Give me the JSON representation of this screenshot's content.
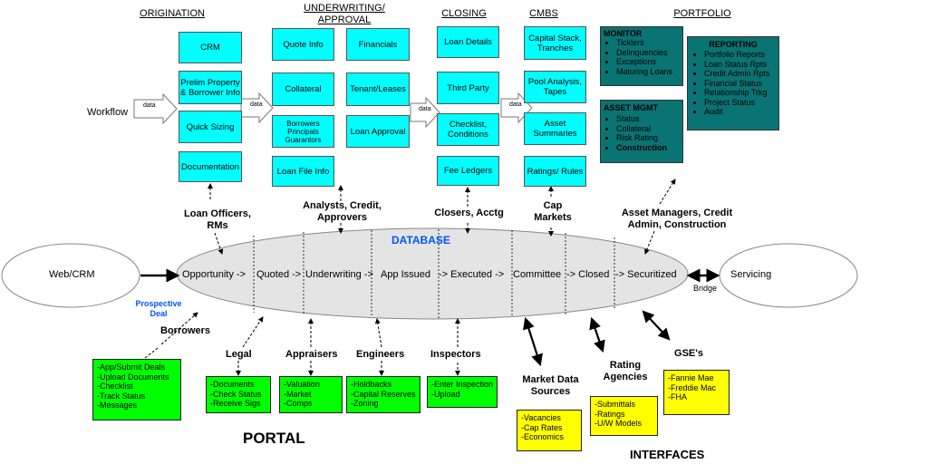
{
  "headers": {
    "origination": "ORIGINATION",
    "underwriting": "UNDERWRITING/\nAPPROVAL",
    "closing": "CLOSING",
    "cmbs": "CMBS",
    "portfolio": "PORTFOLIO"
  },
  "origination_boxes": [
    "CRM",
    "Prelim Property & Borrower Info",
    "Quick Sizing",
    "Documentation"
  ],
  "underwriting_boxes": {
    "left": [
      "Quote Info",
      "Collateral",
      "Borrowers Principals Guarantors",
      "Loan File Info"
    ],
    "right": [
      "Financials",
      "Tenant/Leases",
      "Loan Approval"
    ]
  },
  "closing_boxes": [
    "Loan Details",
    "Third Party",
    "Checklist, Conditions",
    "Fee Ledgers"
  ],
  "cmbs_boxes": [
    "Capital Stack, Tranches",
    "Pool Analysis, Tapes",
    "Asset Summaries",
    "Ratings/ Rules"
  ],
  "monitor": {
    "title": "MONITOR",
    "items": [
      "Ticklers",
      "Delinquencies",
      "Exceptions",
      "Maturing Loans"
    ]
  },
  "asset_mgmt": {
    "title": "ASSET MGMT",
    "items": [
      "Status",
      "Collateral",
      "Risk Rating",
      "Construction"
    ]
  },
  "reporting": {
    "title": "REPORTING",
    "items": [
      "Portfolio Reports",
      "Loan Status Rpts",
      "Credit Admin Rpts",
      "Financial Status",
      "Relationship Trkg",
      "Project Status",
      "Audit"
    ]
  },
  "workflow": {
    "label": "Workflow",
    "data_label": "data"
  },
  "roles_top": {
    "loan_officers": "Loan Officers,\nRMs",
    "analysts": "Analysts, Credit,\nApprovers",
    "closers": "Closers, Acctg",
    "cap_markets": "Cap\nMarkets",
    "asset_managers": "Asset Managers, Credit\nAdmin, Construction"
  },
  "database": {
    "title": "DATABASE",
    "stages": [
      "Opportunity ->",
      "Quoted ->",
      "Underwriting ->",
      "App Issued",
      "-> Executed ->",
      "Committee",
      "-> Closed",
      "-> Securitized"
    ]
  },
  "web_crm": "Web/CRM",
  "servicing": "Servicing",
  "bridge": "Bridge",
  "prospective_deal": "Prospective\nDeal",
  "portal": {
    "title": "PORTAL",
    "borrowers": {
      "label": "Borrowers",
      "items": [
        "-App/Submit Deals",
        "-Upload Documents",
        "-Checklist",
        "-Track Status",
        "-Messages"
      ]
    },
    "legal": {
      "label": "Legal",
      "items": [
        "-Documents",
        "-Check Status",
        "-Receive Sigs"
      ]
    },
    "appraisers": {
      "label": "Appraisers",
      "items": [
        "-Valuation",
        "-Market",
        "-Comps"
      ]
    },
    "engineers": {
      "label": "Engineers",
      "items": [
        "-Holdbacks",
        "-Capital Reserves",
        "-Zoning"
      ]
    },
    "inspectors": {
      "label": "Inspectors",
      "items": [
        "-Enter Inspection",
        "-Upload"
      ]
    }
  },
  "interfaces": {
    "title": "INTERFACES",
    "market_data": {
      "label": "Market Data\nSources",
      "items": [
        "-Vacancies",
        "-Cap Rates",
        "-Economics"
      ]
    },
    "rating_agencies": {
      "label": "Rating\nAgencies",
      "items": [
        "-Submittals",
        "-Ratings",
        "-U/W Models"
      ]
    },
    "gses": {
      "label": "GSE's",
      "items": [
        "-Fannie Mae",
        "-Freddie Mac",
        "-FHA"
      ]
    }
  },
  "colors": {
    "cyan": "#00ffff",
    "teal": "#0a7373",
    "green": "#00ff00",
    "yellow": "#ffff00",
    "database_fill": "#e4e4e4",
    "prospective_blue": "#0055ff"
  }
}
